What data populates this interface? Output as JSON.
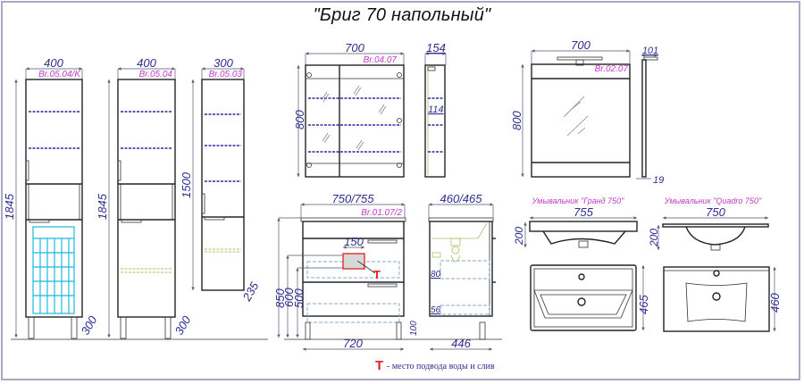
{
  "title": "\"Бриг 70 напольный\"",
  "colors": {
    "dimension_text": "#2d2d8f",
    "code_text": "#c23ac9",
    "shelf_lines": "#2a2aa0",
    "basket": "#1fb8e0",
    "tap_marker": "#e02020",
    "frame": "#a9a9c4"
  },
  "tall_cabinet_basket": {
    "width": "400",
    "code": "Br.05.04/K",
    "height": "1845",
    "depth": "300"
  },
  "tall_cabinet": {
    "width": "400",
    "code": "Br.05.04",
    "height": "1845",
    "depth": "300"
  },
  "wall_cabinet": {
    "width": "300",
    "code": "Br.05.03",
    "height": "1500",
    "depth": "235"
  },
  "mirror_cabinet": {
    "width": "700",
    "code": "Br.04.07",
    "height": "800",
    "side_depth": "154",
    "shelf_depth": "114"
  },
  "mirror": {
    "width": "700",
    "code": "Br.02.07",
    "height": "800",
    "side_depth": "101",
    "base_depth": "19"
  },
  "vanity_front": {
    "width": "750/755",
    "code": "Br.01.07/2",
    "height": "850",
    "tap_height": "600",
    "drain_height": "500",
    "tap_zone_width": "150",
    "leg_height": "100",
    "base_width": "720",
    "tap_marker": "T"
  },
  "vanity_side": {
    "width": "460/465",
    "base_depth": "446",
    "upper_drawer_depth": "80",
    "lower_drawer_depth": "56"
  },
  "basin_grand": {
    "label": "Умывальник \"Гранд 750\"",
    "width": "755",
    "height": "200",
    "depth": "465"
  },
  "basin_quadro": {
    "label": "Умывальник \"Quadro 750\"",
    "width": "750",
    "height": "200",
    "depth": "460"
  },
  "legend": {
    "marker": "T",
    "text": "- место подвода воды и слив"
  }
}
